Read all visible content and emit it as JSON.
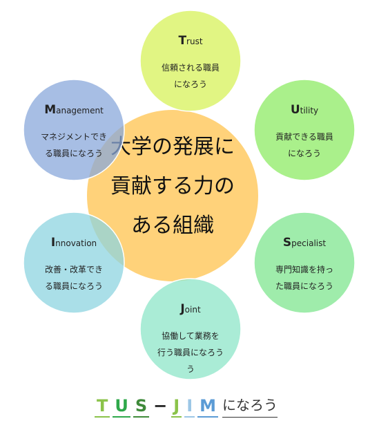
{
  "center": {
    "lines": [
      "大学の発展に",
      "貢献する力の",
      "ある組織"
    ],
    "color": "#ffd27a"
  },
  "nodes": [
    {
      "id": "trust",
      "initial": "T",
      "rest": "rust",
      "lines": [
        "信頼される職員",
        "になろう"
      ],
      "color": "#d7f25a"
    },
    {
      "id": "utility",
      "initial": "U",
      "rest": "tility",
      "lines": [
        "貢献できる職員",
        "になろう"
      ],
      "color": "#8eeb64"
    },
    {
      "id": "specialist",
      "initial": "S",
      "rest": "pecialist",
      "lines": [
        "専門知識を持っ",
        "た職員になろう"
      ],
      "color": "#7fe68f"
    },
    {
      "id": "joint",
      "initial": "J",
      "rest": "oint",
      "lines": [
        "協働して業務を",
        "行う職員になろう",
        "う"
      ],
      "color": "#8ee6c8"
    },
    {
      "id": "innovation",
      "initial": "I",
      "rest": "nnovation",
      "lines": [
        "改善・改革でき",
        "る職員になろう"
      ],
      "color": "#8ed4e0"
    },
    {
      "id": "management",
      "initial": "M",
      "rest": "anagement",
      "lines": [
        "マネジメントでき",
        "る職員になろう"
      ],
      "color": "#8aa8db"
    }
  ],
  "footer": {
    "letters": [
      {
        "char": "T",
        "color": "#8bc34a",
        "underline": "#8bc34a"
      },
      {
        "char": "U",
        "color": "#2ea84a",
        "underline": "#2ea84a"
      },
      {
        "char": "S",
        "color": "#3f8a3a",
        "underline": "#3f8a3a"
      }
    ],
    "dash": "−",
    "letters2": [
      {
        "char": "J",
        "color": "#8bc34a",
        "underline": "#8bc34a"
      },
      {
        "char": "I",
        "color": "#9cc6e6",
        "underline": "#9cc6e6"
      },
      {
        "char": "M",
        "color": "#5b9bd5",
        "underline": "#5b9bd5"
      }
    ],
    "tail": "になろう"
  }
}
